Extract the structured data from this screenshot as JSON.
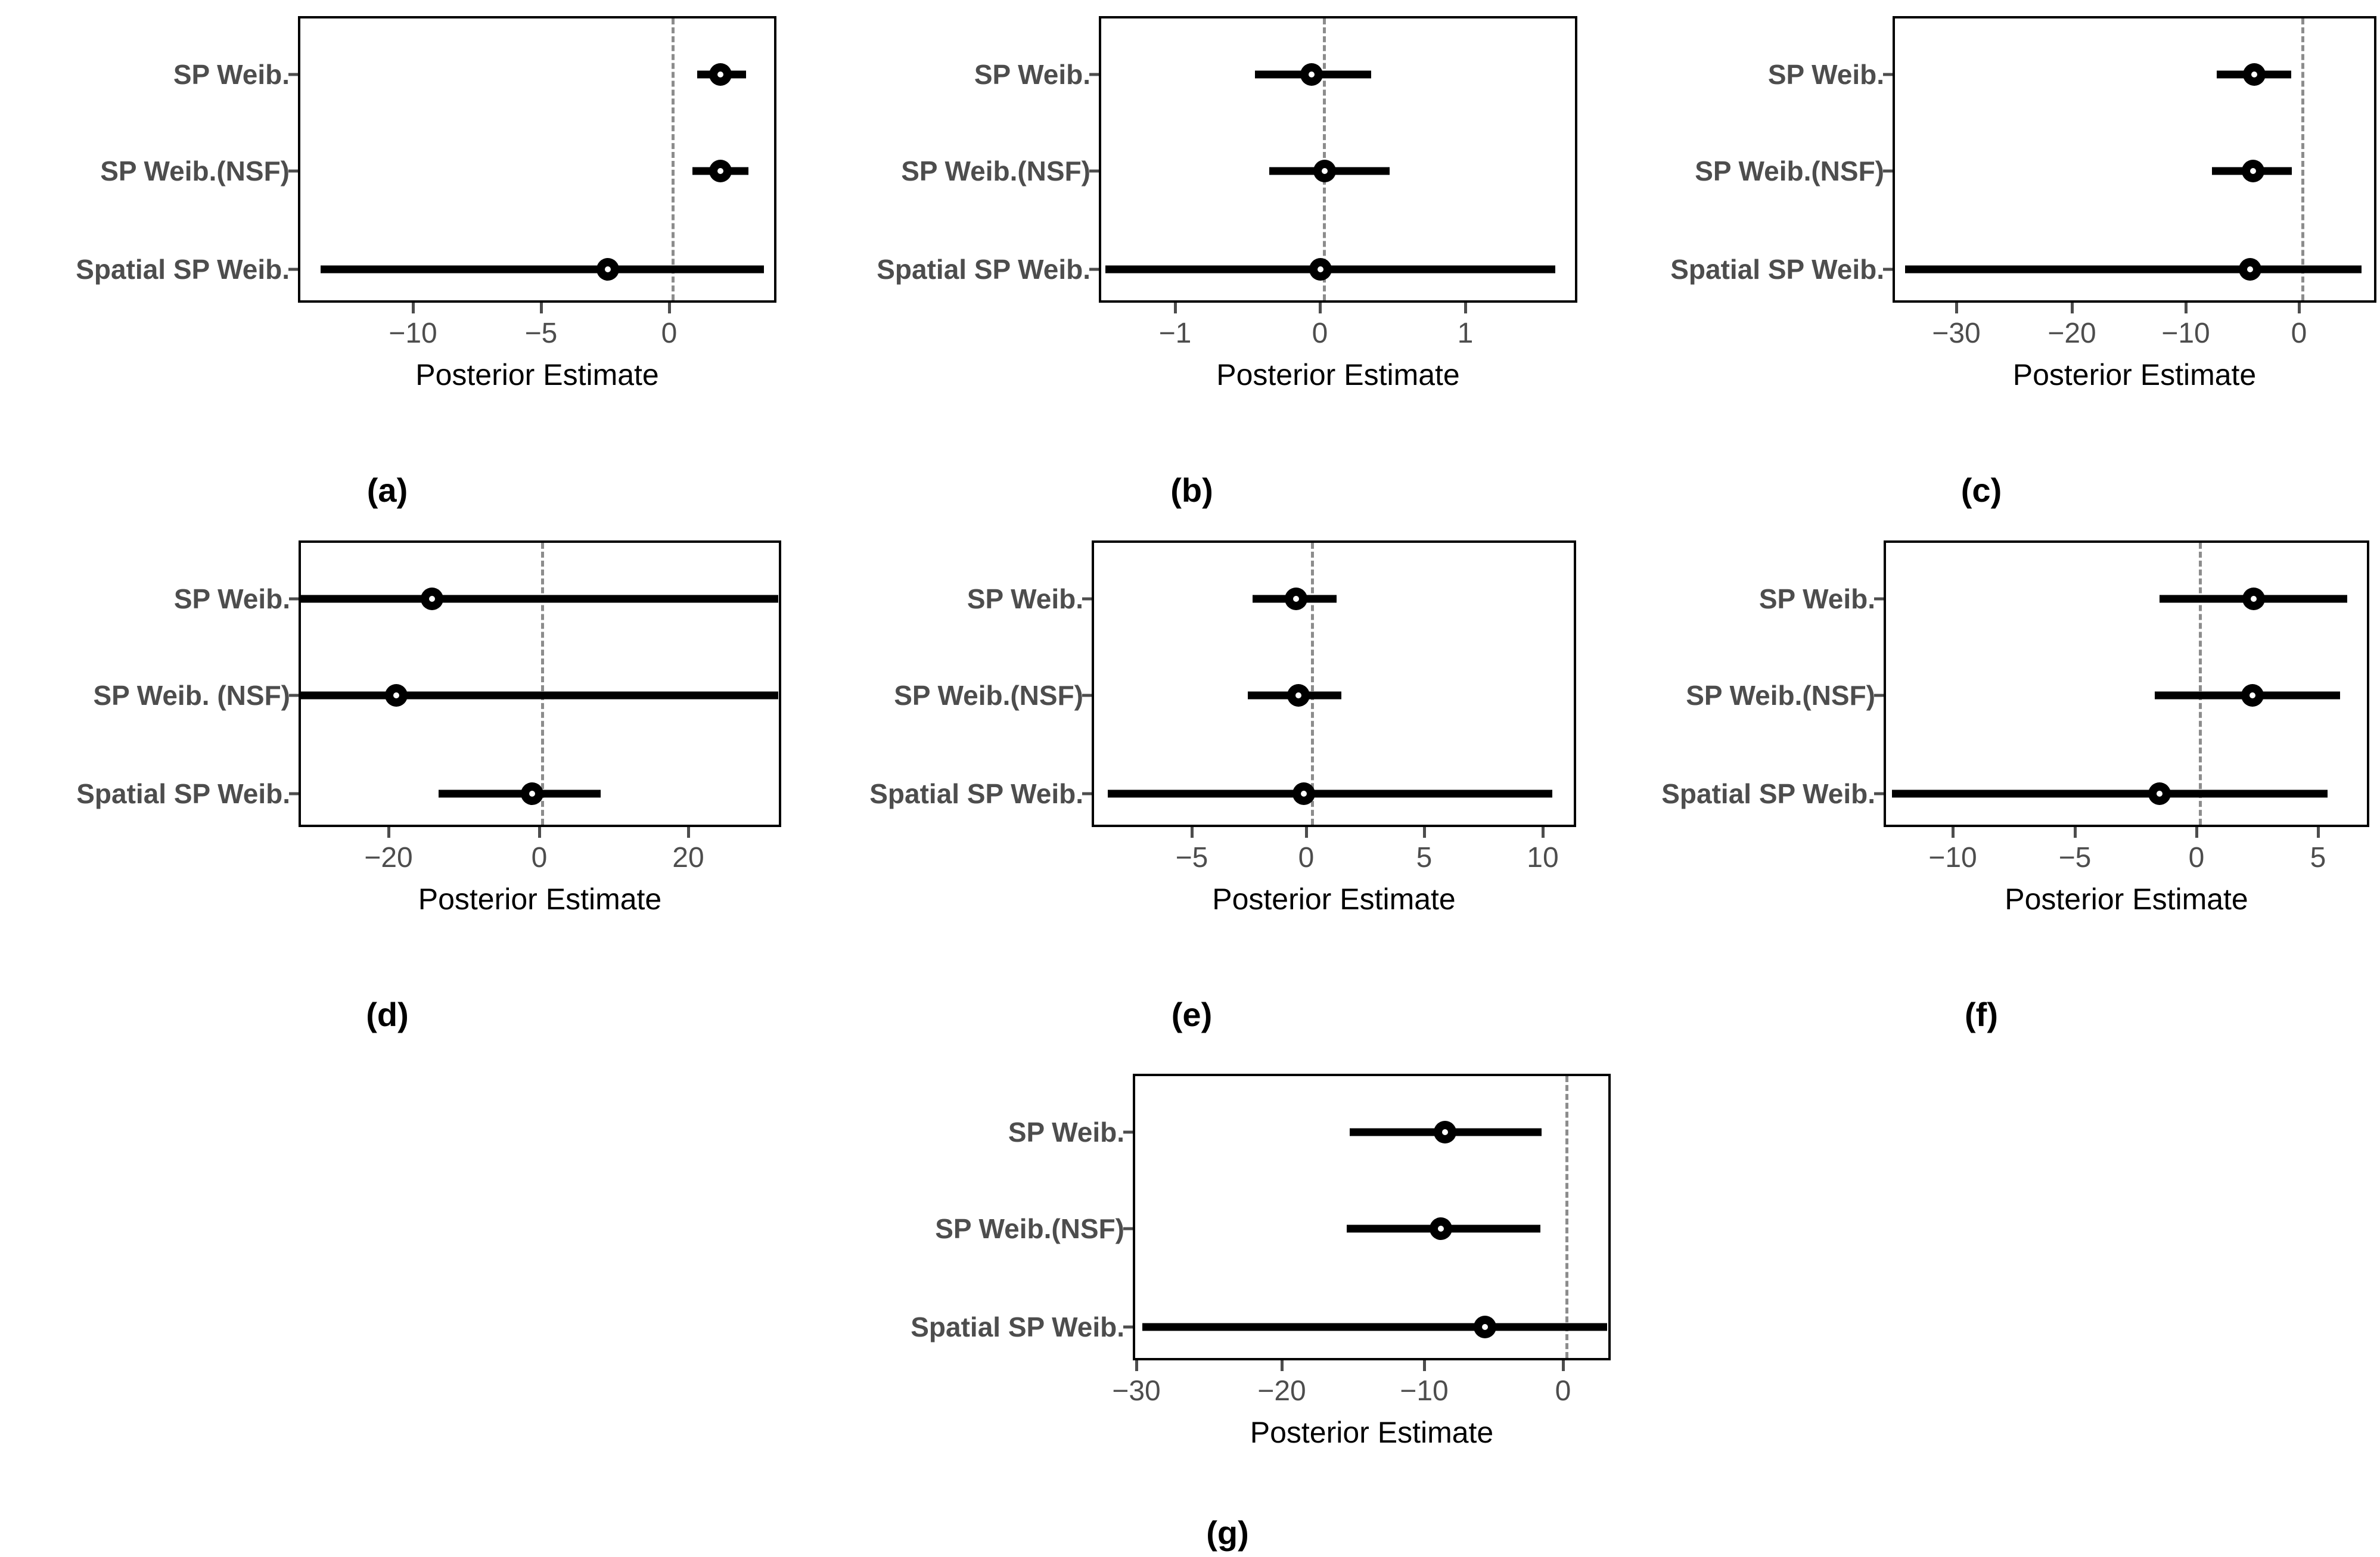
{
  "figure": {
    "xlabel": "Posterior Estimate",
    "model_labels_default": [
      "SP Weib.",
      "SP Weib.(NSF)",
      "Spatial SP Weib."
    ],
    "colors": {
      "axis_text": "#4d4d4d",
      "line": "#000000",
      "zero_line": "#8c8c8c",
      "background": "#ffffff"
    }
  },
  "chart_data": [
    {
      "id": "a",
      "caption": "(a)",
      "type": "scatter",
      "title": "",
      "xlabel": "Posterior Estimate",
      "ylabel": "",
      "categories": [
        "SP Weib.",
        "SP Weib.(NSF)",
        "Spatial SP Weib."
      ],
      "ticks": [
        -10,
        -5,
        0
      ],
      "ticklabels": [
        "−10",
        "−5",
        "0"
      ],
      "xlim": [
        -14.5,
        4.2
      ],
      "estimates": [
        2.0,
        2.0,
        -2.4
      ],
      "ci_low": [
        1.1,
        0.9,
        -13.6
      ],
      "ci_high": [
        3.0,
        3.1,
        3.7
      ],
      "grid": false,
      "legend": "none"
    },
    {
      "id": "b",
      "caption": "(b)",
      "type": "scatter",
      "title": "",
      "xlabel": "Posterior Estimate",
      "ylabel": "",
      "categories": [
        "SP Weib.",
        "SP Weib.(NSF)",
        "Spatial SP Weib."
      ],
      "ticks": [
        -1,
        0,
        1
      ],
      "ticklabels": [
        "−1",
        "0",
        "1"
      ],
      "xlim": [
        -1.52,
        1.62
      ],
      "estimates": [
        -0.06,
        0.03,
        0.0
      ],
      "ci_low": [
        -0.45,
        -0.35,
        -1.48
      ],
      "ci_high": [
        0.35,
        0.48,
        1.62
      ],
      "grid": false,
      "legend": "none"
    },
    {
      "id": "c",
      "caption": "(c)",
      "type": "scatter",
      "title": "",
      "xlabel": "Posterior Estimate",
      "ylabel": "",
      "categories": [
        "SP Weib.",
        "SP Weib.(NSF)",
        "Spatial SP Weib."
      ],
      "ticks": [
        -30,
        -20,
        -10,
        0
      ],
      "ticklabels": [
        "−30",
        "−20",
        "−10",
        "0"
      ],
      "xlim": [
        -35.8,
        6.8
      ],
      "estimates": [
        -3.9,
        -4.0,
        -4.3
      ],
      "ci_low": [
        -7.2,
        -7.6,
        -34.5
      ],
      "ci_high": [
        -0.7,
        -0.6,
        5.5
      ],
      "grid": false,
      "legend": "none"
    },
    {
      "id": "d",
      "caption": "(d)",
      "type": "scatter",
      "title": "",
      "xlabel": "Posterior Estimate",
      "ylabel": "",
      "categories": [
        "SP Weib.",
        "SP Weib. (NSF)",
        "Spatial SP Weib."
      ],
      "ticks": [
        -20,
        0,
        20
      ],
      "ticklabels": [
        "−20",
        "0",
        "20"
      ],
      "xlim": [
        -32.5,
        32.5
      ],
      "estimates": [
        -14.2,
        -19.0,
        -0.8
      ],
      "ci_low": [
        -31.8,
        -31.8,
        -13.3
      ],
      "ci_high": [
        32.0,
        32.0,
        8.3
      ],
      "grid": false,
      "legend": "none"
    },
    {
      "id": "e",
      "caption": "(e)",
      "type": "scatter",
      "title": "",
      "xlabel": "Posterior Estimate",
      "ylabel": "",
      "categories": [
        "SP Weib.",
        "SP Weib.(NSF)",
        "Spatial SP Weib."
      ],
      "ticks": [
        -5,
        0,
        5,
        10
      ],
      "ticklabels": [
        "−5",
        "0",
        "5",
        "10"
      ],
      "xlim": [
        -9.2,
        11.5
      ],
      "estimates": [
        -0.55,
        -0.45,
        -0.2
      ],
      "ci_low": [
        -2.4,
        -2.6,
        -8.6
      ],
      "ci_high": [
        1.2,
        1.4,
        10.4
      ],
      "grid": false,
      "legend": "none"
    },
    {
      "id": "f",
      "caption": "(f)",
      "type": "scatter",
      "title": "",
      "xlabel": "Posterior Estimate",
      "ylabel": "",
      "categories": [
        "SP Weib.",
        "SP Weib.(NSF)",
        "Spatial SP Weib."
      ],
      "ticks": [
        -10,
        -5,
        0,
        5
      ],
      "ticklabels": [
        "−10",
        "−5",
        "0",
        "5"
      ],
      "xlim": [
        -12.9,
        7.1
      ],
      "estimates": [
        2.35,
        2.3,
        -1.5
      ],
      "ci_low": [
        -1.5,
        -1.7,
        -12.5
      ],
      "ci_high": [
        6.2,
        5.9,
        5.4
      ],
      "grid": false,
      "legend": "none"
    },
    {
      "id": "g",
      "caption": "(g)",
      "type": "scatter",
      "title": "",
      "xlabel": "Posterior Estimate",
      "ylabel": "",
      "categories": [
        "SP Weib.",
        "SP Weib.(NSF)",
        "Spatial SP Weib."
      ],
      "ticks": [
        -30,
        -20,
        -10,
        0
      ],
      "ticklabels": [
        "−30",
        "−20",
        "−10",
        "0"
      ],
      "xlim": [
        -30.8,
        3.4
      ],
      "estimates": [
        -8.3,
        -8.6,
        -5.5
      ],
      "ci_low": [
        -15.0,
        -15.2,
        -29.6
      ],
      "ci_high": [
        -1.5,
        -1.6,
        3.1
      ],
      "grid": false,
      "legend": "none"
    }
  ]
}
